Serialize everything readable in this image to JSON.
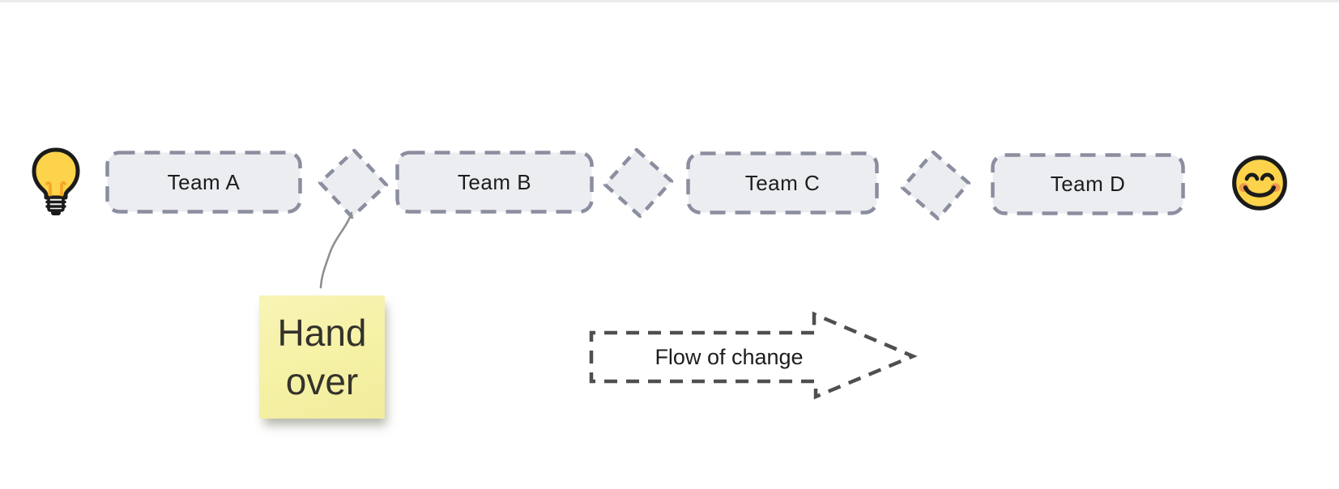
{
  "app": {
    "type": "whiteboard-flow-diagram"
  },
  "flow": {
    "start_icon": "lightbulb-emoji",
    "end_icon": "smiling-face-with-smiling-eyes-emoji",
    "teams": [
      {
        "label": "Team A"
      },
      {
        "label": "Team B"
      },
      {
        "label": "Team C"
      },
      {
        "label": "Team D"
      }
    ],
    "handoff_shape": "diamond",
    "handoff_count": 3
  },
  "sticky_note": {
    "line1": "Hand",
    "line2": "over",
    "color": "#f5f1a4",
    "attached_to": "first-diamond"
  },
  "flow_arrow": {
    "label": "Flow of change",
    "direction": "right"
  },
  "colors": {
    "background": "#ffffff",
    "shape_fill": "#ecedf1",
    "shape_border": "#8b8e9f",
    "arrow_outline": "#4f4f4f",
    "connector_line": "#8f8f8f",
    "label_text": "#1d1d1d",
    "note_text": "#34322c",
    "emoji_yellow": "#fcd34a"
  }
}
